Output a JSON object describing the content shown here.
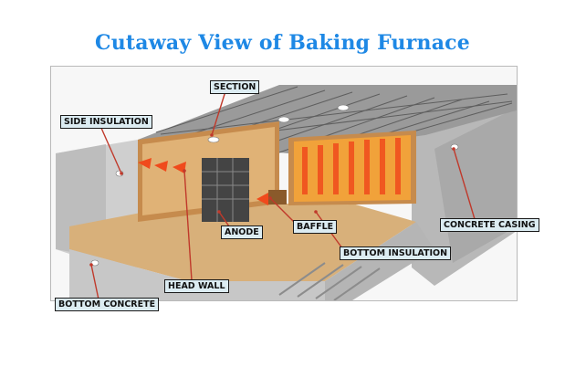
{
  "title": "Cutaway View of Baking Furnace",
  "labels": {
    "section": "SECTION",
    "side_insulation": "SIDE INSULATION",
    "anode": "ANODE",
    "baffle": "BAFFLE",
    "concrete_casing": "CONCRETE CASING",
    "bottom_insulation": "BOTTOM INSULATION",
    "head_wall": "HEAD WALL",
    "bottom_concrete": "BOTTOM CONCRETE"
  },
  "colors": {
    "title": "#1e88e5",
    "label_fill": "#dcecf2",
    "leader": "#c0392b",
    "concrete": "#c9c9c9",
    "refractory": "#d9a86a",
    "flame": "#f04a1c"
  }
}
